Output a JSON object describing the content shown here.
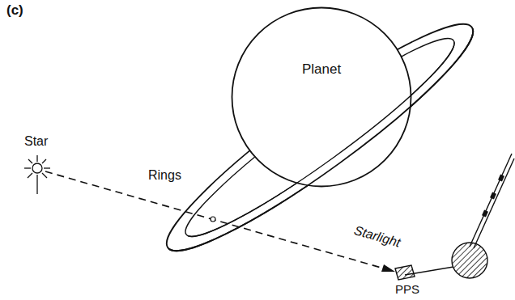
{
  "diagram": {
    "nodes": [
      {
        "text": [
          "Planet"
        ]
      }
    ],
    "labels": [
      "(c)",
      "Star",
      "Rings",
      "Starlight",
      "PPS"
    ]
  }
}
